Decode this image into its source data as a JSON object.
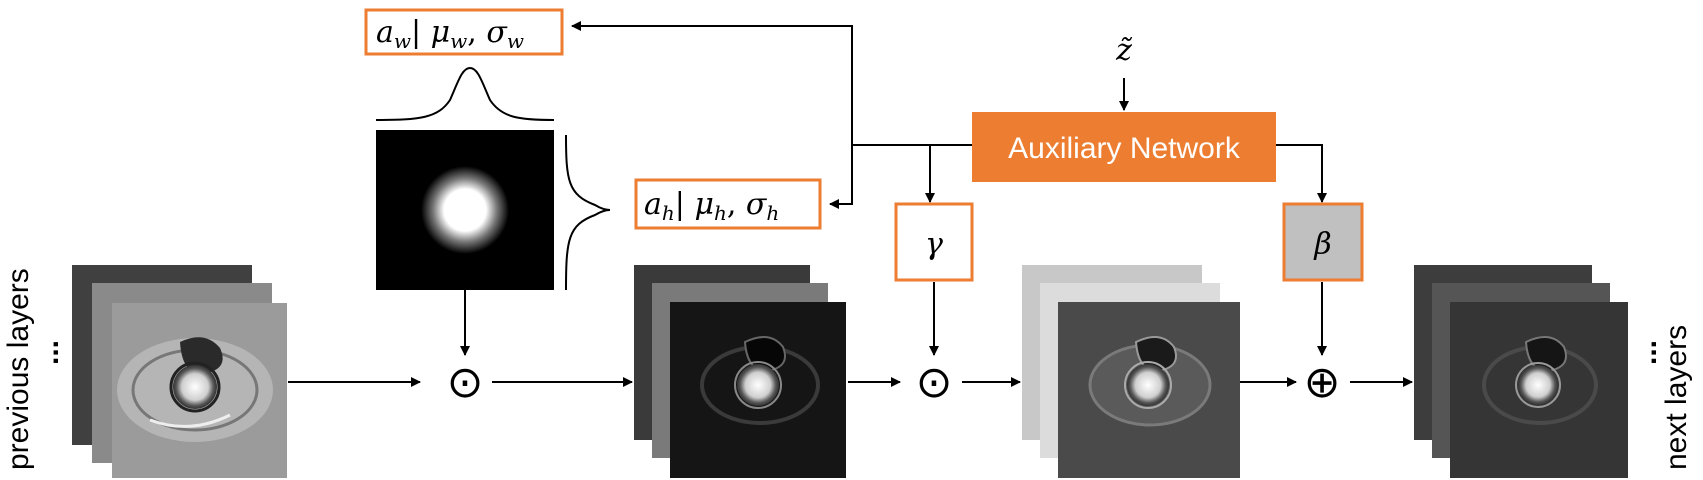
{
  "auxiliary_network": {
    "label": "Auxiliary Network",
    "color": "#ed7d31",
    "text_color": "#ffffff"
  },
  "noise_input": {
    "symbol": "z̃"
  },
  "width_params": {
    "prefix": "a",
    "prefix_sub": "w",
    "sep": "| ",
    "mu": "μ",
    "mu_sub": "w",
    "comma": ", ",
    "sigma": "σ",
    "sigma_sub": "w"
  },
  "height_params": {
    "prefix": "a",
    "prefix_sub": "h",
    "sep": "| ",
    "mu": "μ",
    "mu_sub": "h",
    "comma": ", ",
    "sigma": "σ",
    "sigma_sub": "h"
  },
  "gamma": {
    "symbol": "γ",
    "box_fill": "#ffffff"
  },
  "beta": {
    "symbol": "β",
    "box_fill": "#c0c0c0"
  },
  "operators": {
    "hadamard_1": "⊙",
    "hadamard_2": "⊙",
    "addition": "⊕"
  },
  "side_labels": {
    "previous": "previous layers",
    "previous_dots": "...",
    "next": "next layers",
    "next_dots": "..."
  },
  "colors": {
    "accent_orange": "#ed7d31",
    "beta_fill": "#c0c0c0",
    "line": "#000000"
  }
}
